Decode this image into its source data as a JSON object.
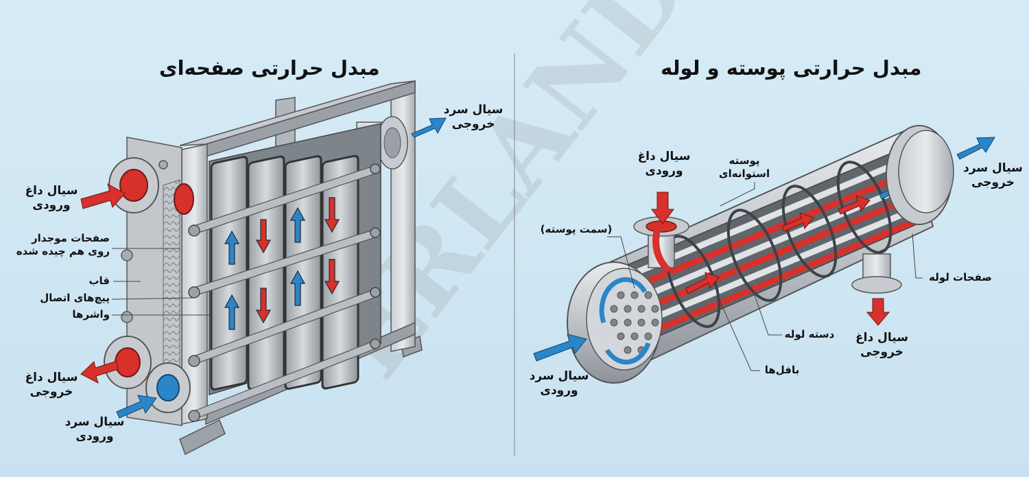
{
  "plate": {
    "title": "مبدل حرارتی صفحه‌ای",
    "hot_inlet": [
      "سیال داغ",
      "ورودی"
    ],
    "plates": [
      "صفحات موجدار",
      "روی هم چیده شده"
    ],
    "frame": "قاب",
    "bolts": "پیچ‌های اتصال",
    "gaskets": "واشرها",
    "hot_outlet": [
      "سیال داغ",
      "خروجی"
    ],
    "cold_inlet": [
      "سیال سرد",
      "ورودی"
    ],
    "cold_outlet": [
      "سیال سرد",
      "خروجی"
    ]
  },
  "shell": {
    "title": "مبدل حرارتی پوسته و لوله",
    "hot_inlet": [
      "سیال داغ",
      "ورودی"
    ],
    "shell": [
      "پوسته",
      "استوانه‌ای"
    ],
    "shell_side": "(سمت پوسته)",
    "cold_outlet": [
      "سیال سرد",
      "خروجی"
    ],
    "tube_sheet": "صفحات لوله",
    "tube_bundle": "دسته لوله",
    "hot_outlet": [
      "سیال داغ",
      "خروجی"
    ],
    "baffles": "بافل‌ها",
    "cold_inlet": [
      "سیال سرد",
      "ورودی"
    ]
  },
  "colors": {
    "hot": "#d8302b",
    "cold": "#2a86c8",
    "metal": "#b9bec4",
    "background": "#cfe6f3"
  },
  "watermark": "ERLAND"
}
